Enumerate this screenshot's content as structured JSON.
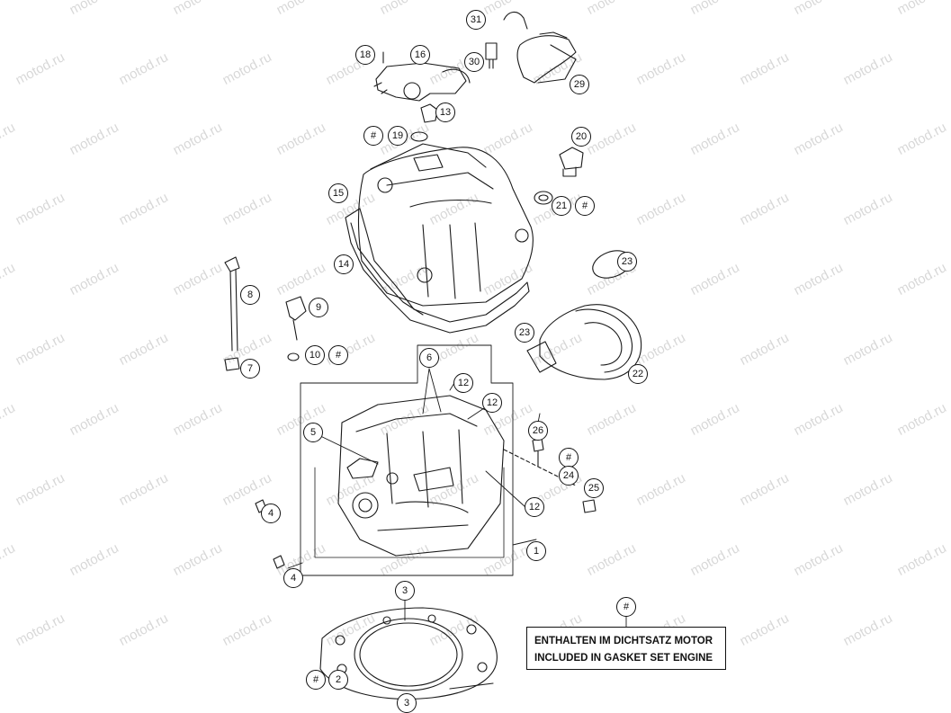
{
  "watermark": {
    "text": "motod.ru"
  },
  "callouts": [
    {
      "id": "c31",
      "label": "31"
    },
    {
      "id": "c30",
      "label": "30"
    },
    {
      "id": "c29",
      "label": "29"
    },
    {
      "id": "c18",
      "label": "18"
    },
    {
      "id": "c16",
      "label": "16"
    },
    {
      "id": "c13",
      "label": "13"
    },
    {
      "id": "c19h",
      "label": "#"
    },
    {
      "id": "c19",
      "label": "19"
    },
    {
      "id": "c20",
      "label": "20"
    },
    {
      "id": "c15",
      "label": "15"
    },
    {
      "id": "c21",
      "label": "21"
    },
    {
      "id": "c21h",
      "label": "#"
    },
    {
      "id": "c14",
      "label": "14"
    },
    {
      "id": "c23a",
      "label": "23"
    },
    {
      "id": "c8",
      "label": "8"
    },
    {
      "id": "c9",
      "label": "9"
    },
    {
      "id": "c23b",
      "label": "23"
    },
    {
      "id": "c10",
      "label": "10"
    },
    {
      "id": "c10h",
      "label": "#"
    },
    {
      "id": "c6",
      "label": "6"
    },
    {
      "id": "c7",
      "label": "7"
    },
    {
      "id": "c22",
      "label": "22"
    },
    {
      "id": "c12a",
      "label": "12"
    },
    {
      "id": "c12b",
      "label": "12"
    },
    {
      "id": "c5",
      "label": "5"
    },
    {
      "id": "c26",
      "label": "26"
    },
    {
      "id": "c26h",
      "label": "#"
    },
    {
      "id": "c24",
      "label": "24"
    },
    {
      "id": "c25",
      "label": "25"
    },
    {
      "id": "c12c",
      "label": "12"
    },
    {
      "id": "c4a",
      "label": "4"
    },
    {
      "id": "c1",
      "label": "1"
    },
    {
      "id": "c4b",
      "label": "4"
    },
    {
      "id": "c3a",
      "label": "3"
    },
    {
      "id": "cLegend",
      "label": "#"
    },
    {
      "id": "c2h",
      "label": "#"
    },
    {
      "id": "c2",
      "label": "2"
    },
    {
      "id": "c3b",
      "label": "3"
    }
  ],
  "legend": {
    "line1": "ENTHALTEN IM DICHTSATZ MOTOR",
    "line2": "INCLUDED IN GASKET SET ENGINE"
  }
}
